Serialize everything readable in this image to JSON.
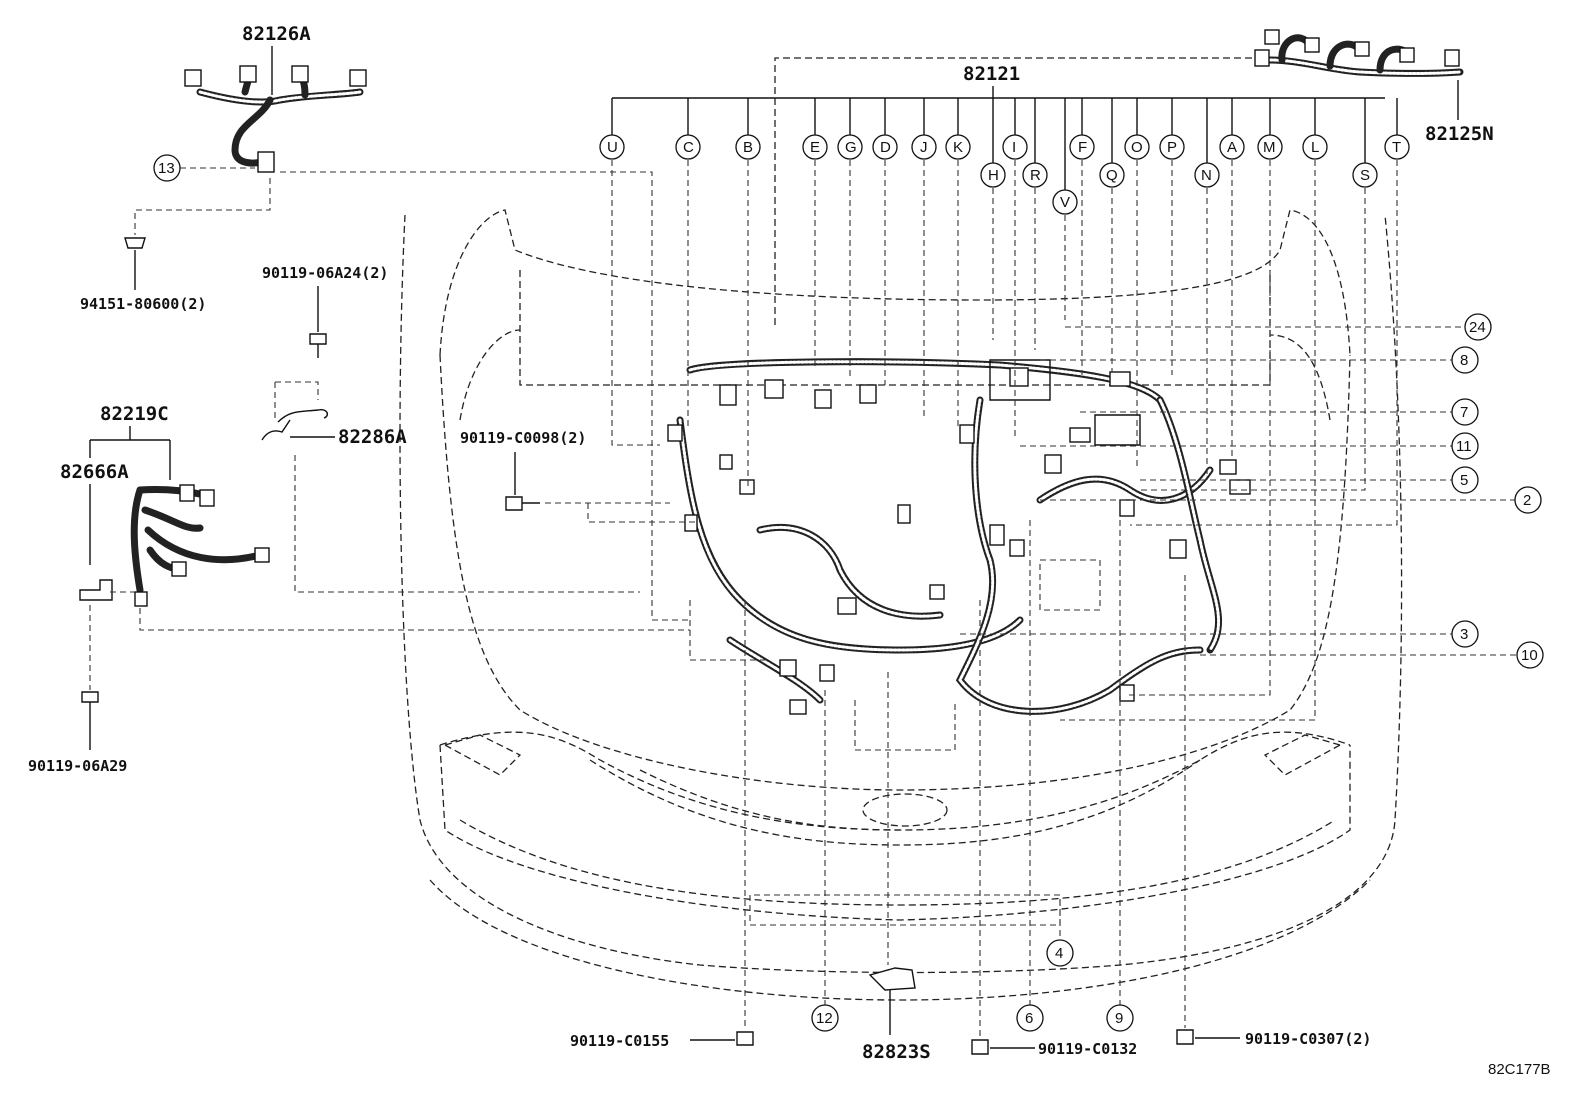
{
  "diagram": {
    "reference_code": "82C177B",
    "main_harness": "82121",
    "parts": {
      "p82126A": "82126A",
      "p94151": "94151-80600(2)",
      "p90119_06A24": "90119-06A24(2)",
      "p82286A": "82286A",
      "p82219C": "82219C",
      "p82666A": "82666A",
      "p90119_06A29": "90119-06A29",
      "p90119_C0098": "90119-C0098(2)",
      "p82125N": "82125N",
      "p90119_C0155": "90119-C0155",
      "p82823S": "82823S",
      "p90119_C0132": "90119-C0132",
      "p90119_C0307": "90119-C0307(2)"
    },
    "top_letters": [
      {
        "id": "U",
        "label": "U"
      },
      {
        "id": "C",
        "label": "C"
      },
      {
        "id": "B",
        "label": "B"
      },
      {
        "id": "E",
        "label": "E"
      },
      {
        "id": "G",
        "label": "G"
      },
      {
        "id": "D",
        "label": "D"
      },
      {
        "id": "J",
        "label": "J"
      },
      {
        "id": "K",
        "label": "K"
      },
      {
        "id": "H",
        "label": "H"
      },
      {
        "id": "I",
        "label": "I"
      },
      {
        "id": "R",
        "label": "R"
      },
      {
        "id": "F",
        "label": "F"
      },
      {
        "id": "V",
        "label": "V"
      },
      {
        "id": "Q",
        "label": "Q"
      },
      {
        "id": "O",
        "label": "O"
      },
      {
        "id": "P",
        "label": "P"
      },
      {
        "id": "N",
        "label": "N"
      },
      {
        "id": "A",
        "label": "A"
      },
      {
        "id": "M",
        "label": "M"
      },
      {
        "id": "L",
        "label": "L"
      },
      {
        "id": "S",
        "label": "S"
      },
      {
        "id": "T",
        "label": "T"
      }
    ],
    "right_numbers": [
      {
        "id": "n24",
        "label": "24"
      },
      {
        "id": "n8",
        "label": "8"
      },
      {
        "id": "n7",
        "label": "7"
      },
      {
        "id": "n11",
        "label": "11"
      },
      {
        "id": "n5",
        "label": "5"
      },
      {
        "id": "n2",
        "label": "2"
      },
      {
        "id": "n3",
        "label": "3"
      },
      {
        "id": "n10",
        "label": "10"
      }
    ],
    "bottom_numbers": [
      {
        "id": "n4",
        "label": "4"
      },
      {
        "id": "n12",
        "label": "12"
      },
      {
        "id": "n6",
        "label": "6"
      },
      {
        "id": "n9",
        "label": "9"
      },
      {
        "id": "n13",
        "label": "13"
      }
    ]
  }
}
